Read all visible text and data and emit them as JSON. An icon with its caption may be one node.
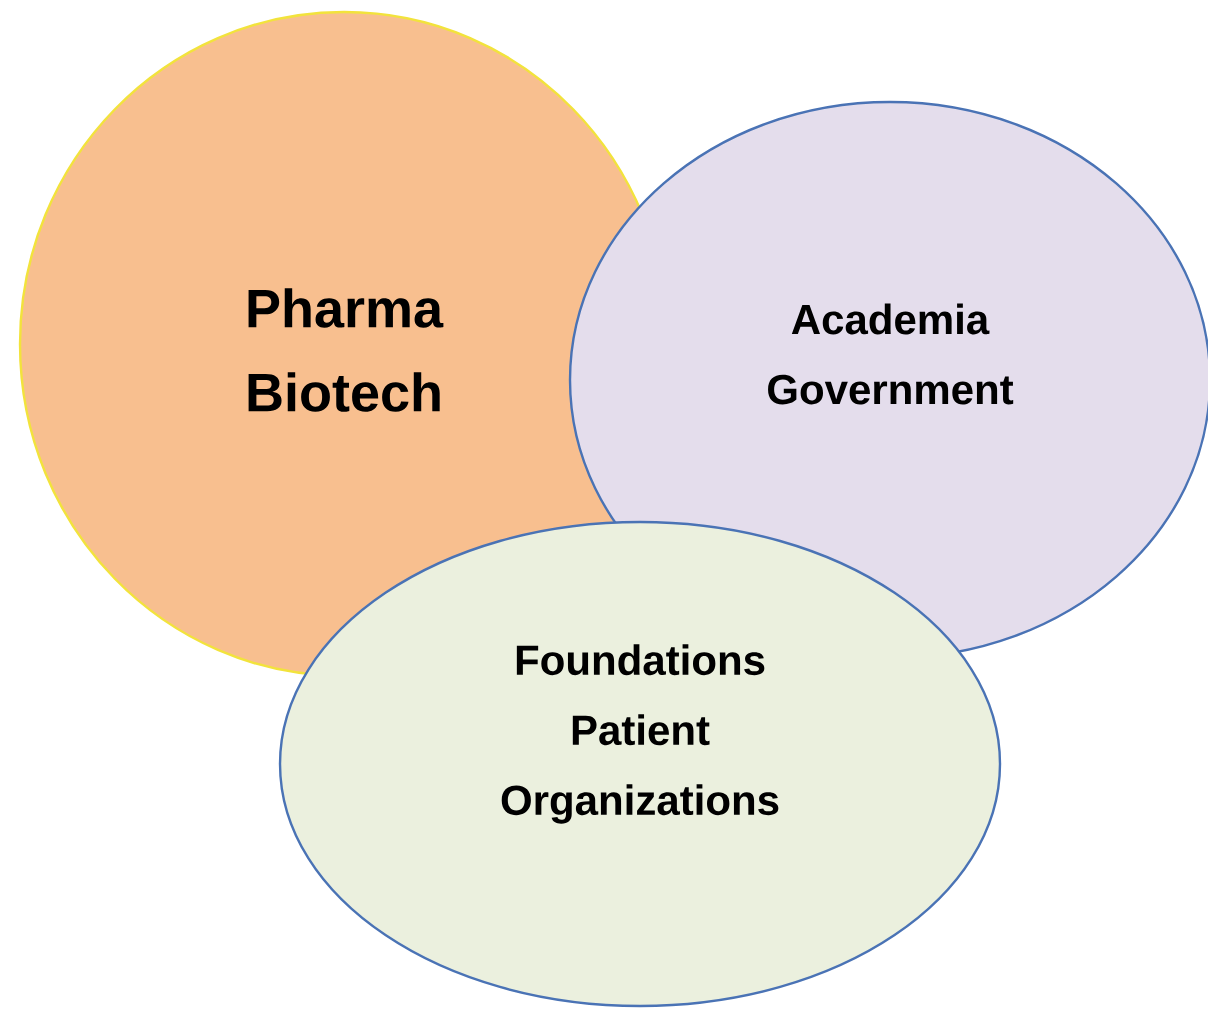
{
  "diagram": {
    "nodes": [
      {
        "text": [
          "Pharma Biotech"
        ]
      },
      {
        "text": [
          "Academia Government"
        ]
      },
      {
        "text": [
          "Foundations Patient Organizations"
        ]
      }
    ]
  }
}
